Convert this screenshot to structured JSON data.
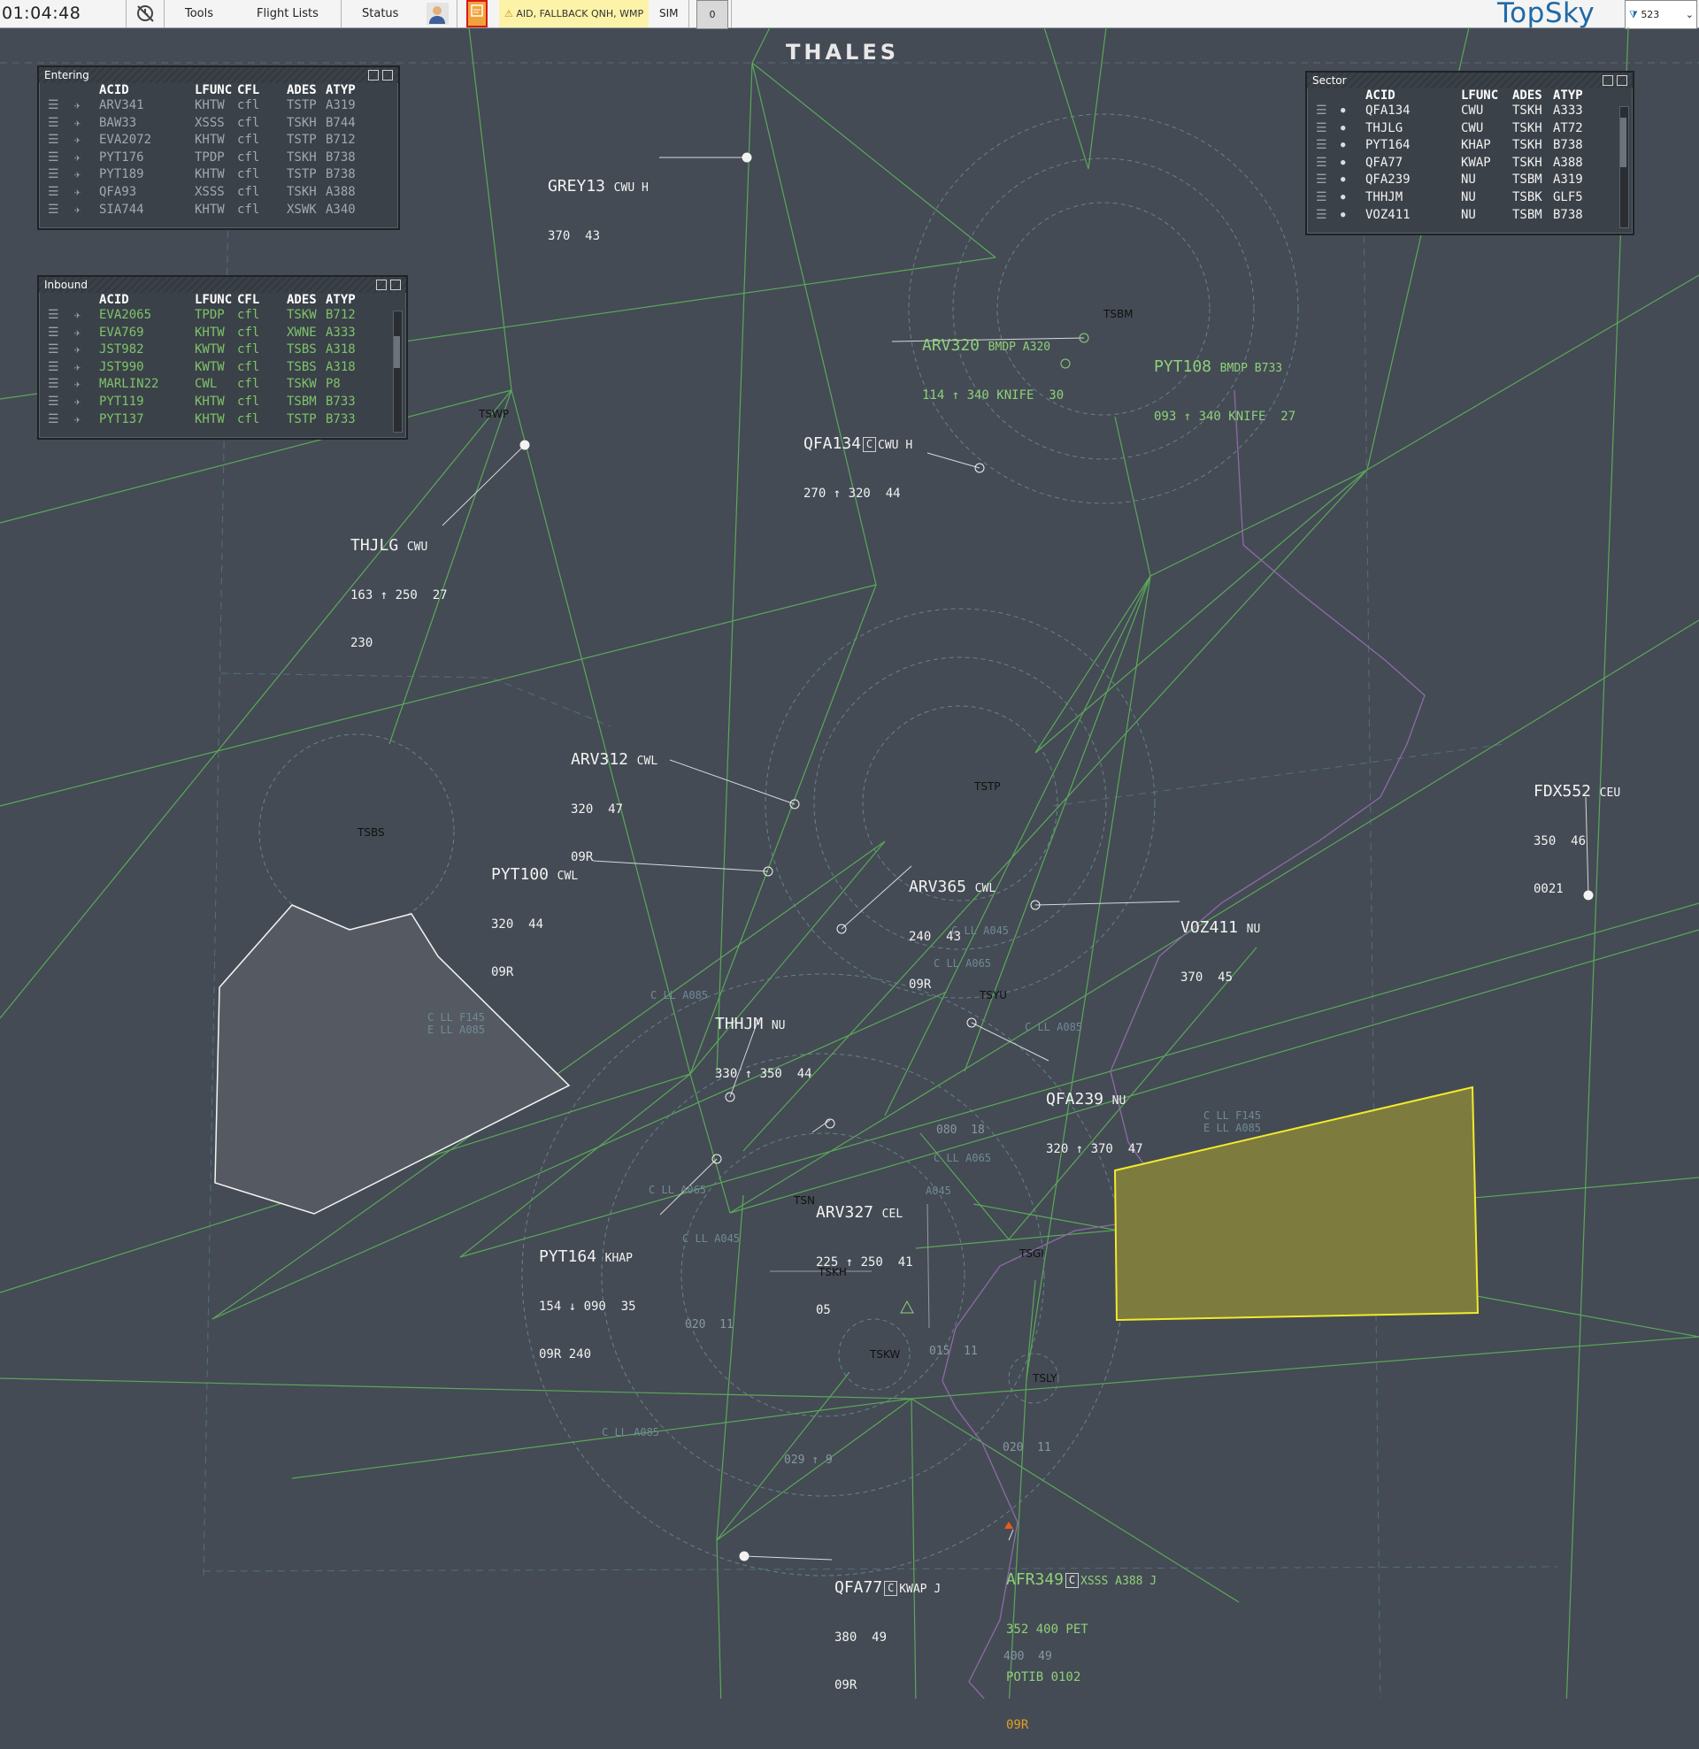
{
  "topbar": {
    "clock": "01:04:48",
    "menus": [
      "Tools",
      "Flight Lists",
      "Status"
    ],
    "info_chip": "AID, FALLBACK QNH, WMP",
    "sim_label": "SIM",
    "count": "0",
    "brand": "TopSky",
    "range_value": "523"
  },
  "watermark": "THALES",
  "entering": {
    "title": "Entering",
    "columns": [
      "ACID",
      "LFUNC",
      "CFL",
      "ADES",
      "ATYP"
    ],
    "rows": [
      {
        "acid": "ARV341",
        "lfunc": "KHTW",
        "cfl": "cfl",
        "ades": "TSTP",
        "atyp": "A319"
      },
      {
        "acid": "BAW33",
        "lfunc": "XSSS",
        "cfl": "cfl",
        "ades": "TSKH",
        "atyp": "B744"
      },
      {
        "acid": "EVA2072",
        "lfunc": "KHTW",
        "cfl": "cfl",
        "ades": "TSTP",
        "atyp": "B712"
      },
      {
        "acid": "PYT176",
        "lfunc": "TPDP",
        "cfl": "cfl",
        "ades": "TSKH",
        "atyp": "B738"
      },
      {
        "acid": "PYT189",
        "lfunc": "KHTW",
        "cfl": "cfl",
        "ades": "TSTP",
        "atyp": "B738"
      },
      {
        "acid": "QFA93",
        "lfunc": "XSSS",
        "cfl": "cfl",
        "ades": "TSKH",
        "atyp": "A388"
      },
      {
        "acid": "SIA744",
        "lfunc": "KHTW",
        "cfl": "cfl",
        "ades": "XSWK",
        "atyp": "A340"
      }
    ]
  },
  "inbound": {
    "title": "Inbound",
    "columns": [
      "ACID",
      "LFUNC",
      "CFL",
      "ADES",
      "ATYP"
    ],
    "rows": [
      {
        "acid": "EVA2065",
        "lfunc": "TPDP",
        "cfl": "cfl",
        "ades": "TSKW",
        "atyp": "B712"
      },
      {
        "acid": "EVA769",
        "lfunc": "KHTW",
        "cfl": "cfl",
        "ades": "XWNE",
        "atyp": "A333"
      },
      {
        "acid": "JST982",
        "lfunc": "KWTW",
        "cfl": "cfl",
        "ades": "TSBS",
        "atyp": "A318"
      },
      {
        "acid": "JST990",
        "lfunc": "KWTW",
        "cfl": "cfl",
        "ades": "TSBS",
        "atyp": "A318"
      },
      {
        "acid": "MARLIN22",
        "lfunc": "CWL",
        "cfl": "cfl",
        "ades": "TSKW",
        "atyp": "P8"
      },
      {
        "acid": "PYT119",
        "lfunc": "KHTW",
        "cfl": "cfl",
        "ades": "TSBM",
        "atyp": "B733"
      },
      {
        "acid": "PYT137",
        "lfunc": "KHTW",
        "cfl": "cfl",
        "ades": "TSTP",
        "atyp": "B733"
      }
    ]
  },
  "sector": {
    "title": "Sector",
    "columns": [
      "ACID",
      "LFUNC",
      "ADES",
      "ATYP"
    ],
    "rows": [
      {
        "acid": "QFA134",
        "lfunc": "CWU",
        "ades": "TSKH",
        "atyp": "A333"
      },
      {
        "acid": "THJLG",
        "lfunc": "CWU",
        "ades": "TSKH",
        "atyp": "AT72"
      },
      {
        "acid": "PYT164",
        "lfunc": "KHAP",
        "ades": "TSKH",
        "atyp": "B738"
      },
      {
        "acid": "QFA77",
        "lfunc": "KWAP",
        "ades": "TSKH",
        "atyp": "A388"
      },
      {
        "acid": "QFA239",
        "lfunc": "NU",
        "ades": "TSBM",
        "atyp": "A319"
      },
      {
        "acid": "THHJM",
        "lfunc": "NU",
        "ades": "TSBK",
        "atyp": "GLF5"
      },
      {
        "acid": "VOZ411",
        "lfunc": "NU",
        "ades": "TSBM",
        "atyp": "B738"
      }
    ]
  },
  "tracks": [
    {
      "cs": "GREY13",
      "sub": "CWU H",
      "l2": "370  43",
      "l3": "",
      "green": false,
      "cbox": false
    },
    {
      "cs": "ARV320",
      "sub": "BMDP A320",
      "l2": "114 ↑ 340 KNIFE  30",
      "l3": "",
      "green": true,
      "cbox": false
    },
    {
      "cs": "PYT108",
      "sub": "BMDP B733",
      "l2": "093 ↑ 340 KNIFE  27",
      "l3": "",
      "green": true,
      "cbox": false
    },
    {
      "cs": "QFA134",
      "sub": "CWU H",
      "l2": "270 ↑ 320  44",
      "l3": "",
      "green": false,
      "cbox": true
    },
    {
      "cs": "THJLG",
      "sub": "CWU",
      "l2": "163 ↑ 250  27",
      "l3": "230",
      "green": false,
      "cbox": false
    },
    {
      "cs": "ARV312",
      "sub": "CWL",
      "l2": "320  47",
      "l3": "09R",
      "green": false,
      "cbox": false
    },
    {
      "cs": "PYT100",
      "sub": "CWL",
      "l2": "320  44",
      "l3": "09R",
      "green": false,
      "cbox": false
    },
    {
      "cs": "ARV365",
      "sub": "CWL",
      "l2": "240  43",
      "l3": "09R",
      "green": false,
      "cbox": false
    },
    {
      "cs": "VOZ411",
      "sub": "NU",
      "l2": "370  45",
      "l3": "",
      "green": false,
      "cbox": false
    },
    {
      "cs": "FDX552",
      "sub": "CEU",
      "l2": "350  46",
      "l3": "0021",
      "green": false,
      "cbox": false
    },
    {
      "cs": "THHJM",
      "sub": "NU",
      "l2": "330 ↑ 350  44",
      "l3": "",
      "green": false,
      "cbox": false
    },
    {
      "cs": "QFA239",
      "sub": "NU",
      "l2": "320 ↑ 370  47",
      "l3": "",
      "green": false,
      "cbox": false
    },
    {
      "cs": "ARV327",
      "sub": "CEL",
      "l2": "225 ↑ 250  41",
      "l3": "05",
      "green": false,
      "cbox": false
    },
    {
      "cs": "PYT164",
      "sub": "KHAP",
      "l2": "154 ↓ 090  35",
      "l3": "09R 240",
      "green": false,
      "cbox": false
    },
    {
      "cs": "QFA77",
      "sub": "KWAP J",
      "l2": "380  49",
      "l3": "09R",
      "green": false,
      "cbox": true
    },
    {
      "cs": "AFR349",
      "sub": "XSSS A388 J",
      "l2": "352 400 PET",
      "l3": "POTIB 0102",
      "l4": "09R",
      "green": true,
      "cbox": true
    }
  ],
  "fixes": [
    "TSBM",
    "TSWP",
    "TSBS",
    "TSTP",
    "TSYU",
    "TSKH",
    "TSKW",
    "TSGI",
    "TSLY",
    "TSN"
  ],
  "airspace_labels": [
    "C LL F145\nE LL A085",
    "C LL A045",
    "C LL A065",
    "C LL A085",
    "C LL A085",
    "C LL F145\nE LL A085",
    "C LL A065",
    "C LL A065",
    "C LL A045",
    "C LL A085",
    "A045"
  ],
  "distance_labels": [
    "080  18",
    "020  11",
    "015  11",
    "020  11",
    "029 ↑ 9",
    "400  49"
  ],
  "colors": {
    "background": "#444b54",
    "route": "#5aa85a",
    "restricted_fill": "#7d7c3e",
    "restricted_border": "#f2ea2a",
    "ring": "#6f8f99",
    "purple": "#8e6aa8"
  }
}
